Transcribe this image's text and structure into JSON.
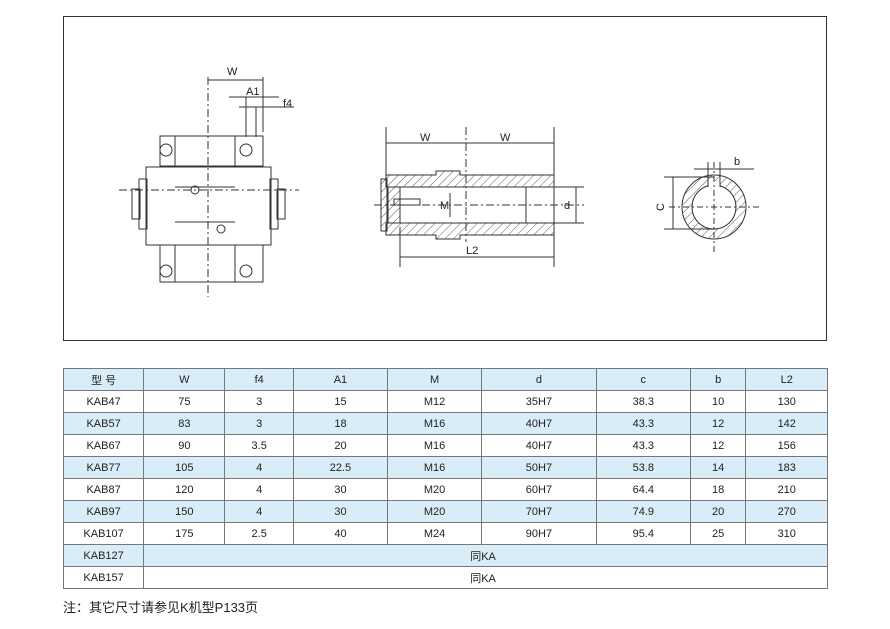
{
  "drawing": {
    "view1_labels": {
      "w": "W",
      "a1": "A1",
      "f4": "f4"
    },
    "view2_labels": {
      "w1": "W",
      "w2": "W",
      "m": "M",
      "d": "d",
      "l2": "L2"
    },
    "view3_labels": {
      "c": "C",
      "b": "b"
    }
  },
  "table": {
    "headers": [
      "型 号",
      "W",
      "f4",
      "A1",
      "M",
      "d",
      "c",
      "b",
      "L2"
    ],
    "rows": [
      [
        "KAB47",
        "75",
        "3",
        "15",
        "M12",
        "35H7",
        "38.3",
        "10",
        "130"
      ],
      [
        "KAB57",
        "83",
        "3",
        "18",
        "M16",
        "40H7",
        "43.3",
        "12",
        "142"
      ],
      [
        "KAB67",
        "90",
        "3.5",
        "20",
        "M16",
        "40H7",
        "43.3",
        "12",
        "156"
      ],
      [
        "KAB77",
        "105",
        "4",
        "22.5",
        "M16",
        "50H7",
        "53.8",
        "14",
        "183"
      ],
      [
        "KAB87",
        "120",
        "4",
        "30",
        "M20",
        "60H7",
        "64.4",
        "18",
        "210"
      ],
      [
        "KAB97",
        "150",
        "4",
        "30",
        "M20",
        "70H7",
        "74.9",
        "20",
        "270"
      ],
      [
        "KAB107",
        "175",
        "2.5",
        "40",
        "M24",
        "90H7",
        "95.4",
        "25",
        "310"
      ]
    ],
    "merged_rows": [
      {
        "model": "KAB127",
        "text": "同KA"
      },
      {
        "model": "KAB157",
        "text": "同KA"
      }
    ],
    "header_color": "#d8edf8"
  },
  "note": "注：其它尺寸请参见K机型P133页"
}
